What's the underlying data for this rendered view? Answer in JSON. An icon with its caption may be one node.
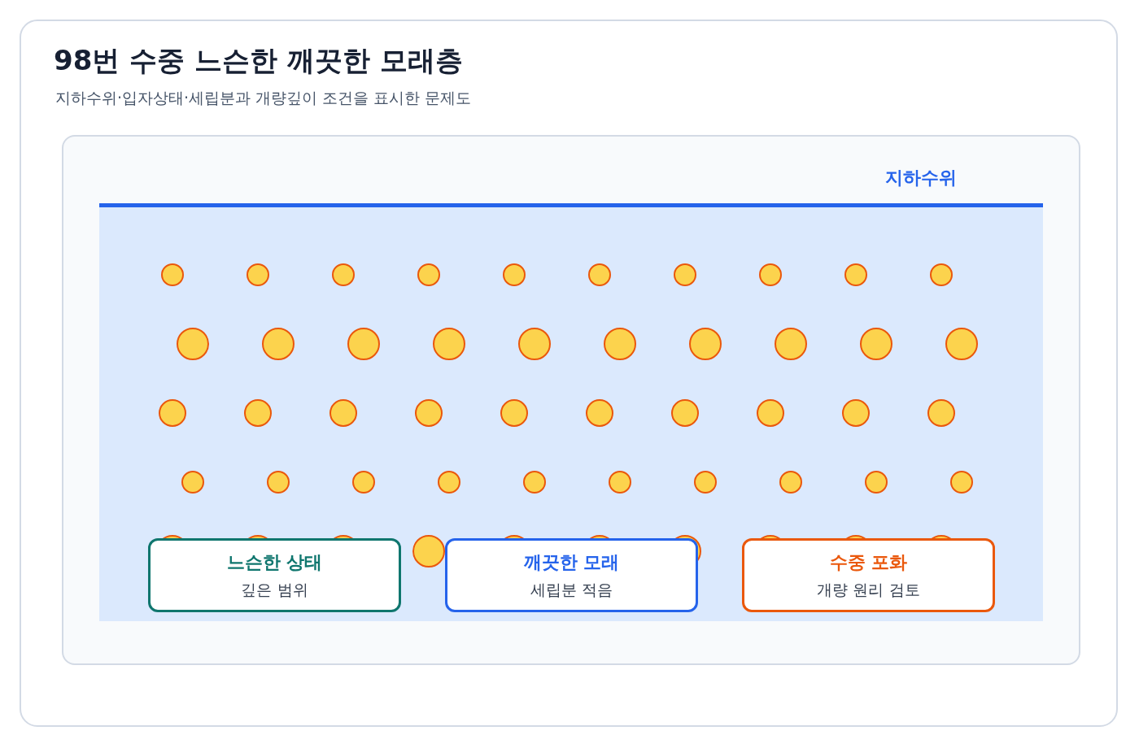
{
  "diagram": {
    "title": "98번 수중 느슨한 깨끗한 모래층",
    "nodes": [
      {
        "text": [
          "느슨한 상태",
          "깊은 범위"
        ]
      },
      {
        "text": [
          "깨끗한 모래",
          "세립분 적음"
        ]
      },
      {
        "text": [
          "수중 포화",
          "개량 원리 검토"
        ]
      }
    ],
    "edges": [],
    "labels": [
      "지하수위·입자상태·세립분과 개량깊이 조건을 표시한 문제도",
      "지하수위"
    ]
  }
}
